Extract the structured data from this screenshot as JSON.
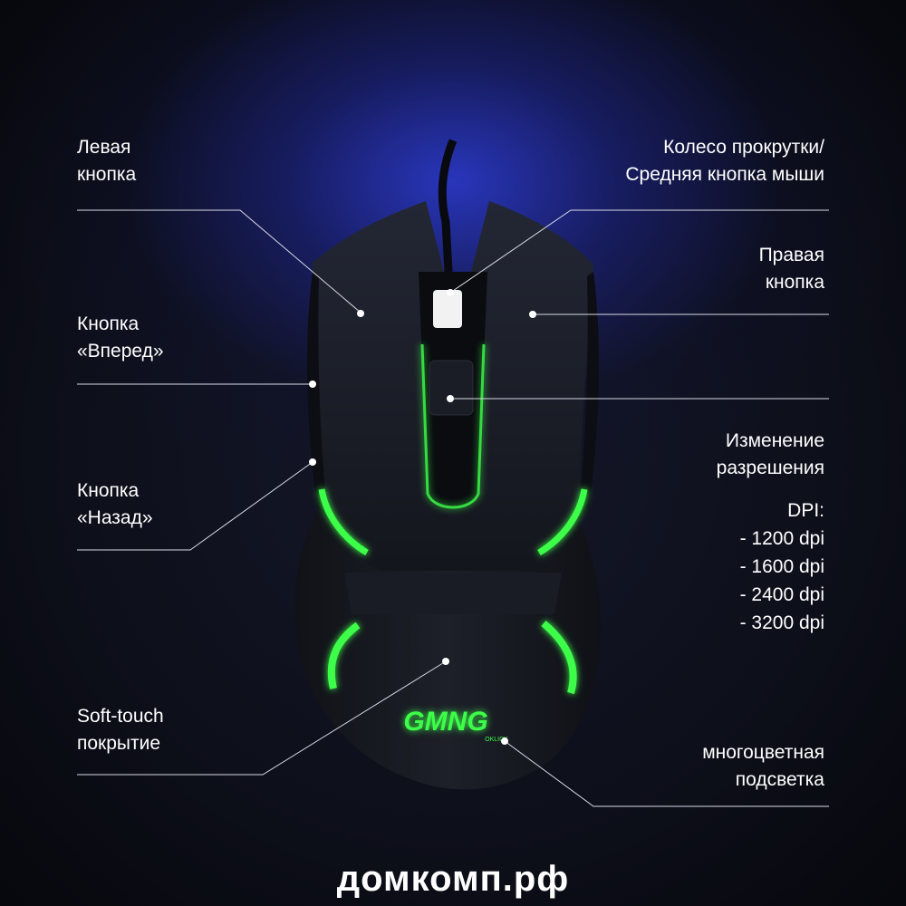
{
  "labels": {
    "left_button": "Левая\nкнопка",
    "scroll_wheel": "Колесо прокрутки/\nСредняя кнопка мыши",
    "right_button": "Правая\nкнопка",
    "forward_button": "Кнопка\n«Вперед»",
    "resolution_change": "Изменение\nразрешения",
    "back_button": "Кнопка\n«Назад»",
    "soft_touch": "Soft-touch\nпокрытие",
    "backlight": "многоцветная\nподсветка"
  },
  "dpi": {
    "title": "DPI:",
    "values": [
      "- 1200 dpi",
      "- 1600 dpi",
      "- 2400 dpi",
      "- 3200 dpi"
    ]
  },
  "logo": {
    "text": "GMNG",
    "subtext": "OKLICK"
  },
  "footer": {
    "site": "домкомп.рф"
  },
  "colors": {
    "glow_green": "#3cff4a",
    "background_blue": "#2d3cd7",
    "leader_line": "#d9dbe6"
  }
}
